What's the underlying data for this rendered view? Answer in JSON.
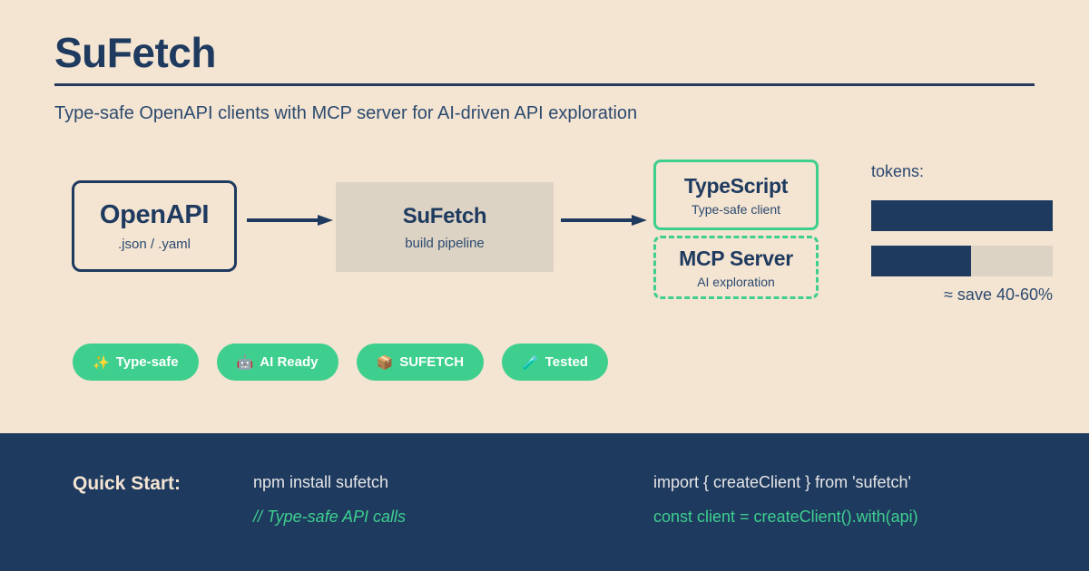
{
  "header": {
    "title": "SuFetch",
    "subtitle": "Type-safe OpenAPI clients with MCP server for AI-driven API exploration"
  },
  "colors": {
    "background": "#f4e4d2",
    "navy": "#1e3a5f",
    "green": "#3ecf8e",
    "gray_box": "#ddd3c4",
    "bar_track": "#dcd3c4",
    "footer_text": "#e6e6e6"
  },
  "flow": {
    "nodes": [
      {
        "id": "openapi",
        "title": "OpenAPI",
        "subtitle": ".json / .yaml"
      },
      {
        "id": "sufetch",
        "title": "SuFetch",
        "subtitle": "build pipeline"
      },
      {
        "id": "typescript",
        "title": "TypeScript",
        "subtitle": "Type-safe client"
      },
      {
        "id": "mcp",
        "title": "MCP Server",
        "subtitle": "AI exploration"
      }
    ],
    "arrows": [
      {
        "id": "arrow-openapi-to-sufetch"
      },
      {
        "id": "arrow-sufetch-to-outputs"
      }
    ]
  },
  "tokens": {
    "label": "tokens:",
    "note": "≈ save 40-60%",
    "bars": [
      {
        "id": "baseline",
        "fill_percent": 100
      },
      {
        "id": "sufetch",
        "fill_percent": 55
      }
    ]
  },
  "pills": [
    {
      "emoji": "✨",
      "icon_name": "sparkles-icon",
      "label": "Type-safe"
    },
    {
      "emoji": "🤖",
      "icon_name": "robot-icon",
      "label": "AI Ready"
    },
    {
      "emoji": "📦",
      "icon_name": "package-icon",
      "label": "SUFETCH"
    },
    {
      "emoji": "🧪",
      "icon_name": "test-tube-icon",
      "label": "Tested"
    }
  ],
  "footer": {
    "quick_start_label": "Quick Start:",
    "column_1": [
      {
        "text": "npm install sufetch",
        "style": "plain"
      },
      {
        "text": "// Type-safe API calls",
        "style": "comment"
      }
    ],
    "column_2": [
      {
        "text": "import { createClient } from 'sufetch'",
        "style": "plain"
      },
      {
        "text": "const client = createClient().with(api)",
        "style": "accent"
      }
    ]
  }
}
